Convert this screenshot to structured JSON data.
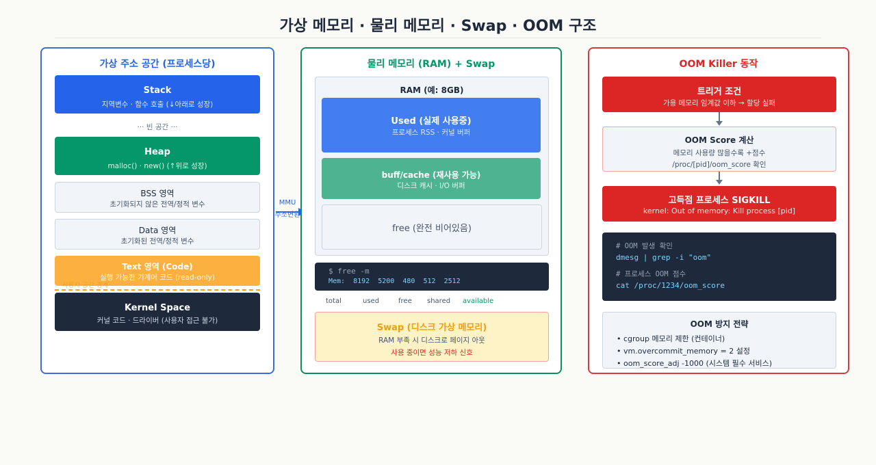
{
  "title": "가상 메모리 · 물리 메모리 · Swap · OOM 구조",
  "colors": {
    "blue": "#2563eb",
    "green": "#059669",
    "red": "#dc2626",
    "amber": "#f59e0b",
    "dark": "#1e293b"
  },
  "virtual": {
    "title": "가상 주소 공간 (프로세스당)",
    "stack": {
      "title": "Stack",
      "sub": "지역변수 · 함수 호출 (↓아래로 성장)"
    },
    "gap": "··· 빈 공간 ···",
    "heap": {
      "title": "Heap",
      "sub": "malloc() · new() (↑위로 성장)"
    },
    "bss": {
      "title": "BSS 영역",
      "sub": "초기화되지 않은 전역/정적 변수"
    },
    "data": {
      "title": "Data 영역",
      "sub": "초기화된 전역/정적 변수"
    },
    "text": {
      "title": "Text 영역 (Code)",
      "sub": "실행 가능한 기계어 코드 (read-only)"
    },
    "boundary": "사용자 공간 경계",
    "kernel": {
      "title": "Kernel Space",
      "sub": "커널 코드 · 드라이버 (사용자 접근 불가)"
    }
  },
  "mmu": {
    "line1": "MMU",
    "line2": "주소변환"
  },
  "physical": {
    "title": "물리 메모리 (RAM) + Swap",
    "ram_title": "RAM (예: 8GB)",
    "used": {
      "title": "Used (실제 사용중)",
      "sub": "프로세스 RSS · 커널 버퍼"
    },
    "buff": {
      "title": "buff/cache (재사용 가능)",
      "sub": "디스크 캐시 · I/O 버퍼"
    },
    "free": "free (완전 비어있음)",
    "cmd": "$ free -m",
    "mem_line": "Mem:  8192  5200  480  512  2512",
    "cols": [
      "total",
      "used",
      "free",
      "shared",
      "available"
    ],
    "swap": {
      "title": "Swap (디스크 가상 메모리)",
      "sub": "RAM 부족 시 디스크로 페이지 아웃",
      "warn": "사용 중이면 성능 저하 신호"
    }
  },
  "oom": {
    "title": "OOM Killer 동작",
    "trigger": {
      "title": "트리거 조건",
      "sub": "가용 메모리 임계값 이하 → 할당 실패"
    },
    "score": {
      "title": "OOM Score 계산",
      "sub1": "메모리 사용량 많을수록 +점수",
      "sub2": "/proc/[pid]/oom_score 확인"
    },
    "kill": {
      "title": "고득점 프로세스 SIGKILL",
      "sub": "kernel: Out of memory: Kill process [pid]"
    },
    "code": {
      "c1": "# OOM 발생 확인",
      "l1": "dmesg | grep -i \"oom\"",
      "c2": "# 프로세스 OOM 점수",
      "l2": "cat /proc/1234/oom_score"
    },
    "strategy": {
      "title": "OOM 방지 전략",
      "items": [
        "• cgroup 메모리 제한 (컨테이너)",
        "• vm.overcommit_memory = 2 설정",
        "• oom_score_adj -1000 (시스템 필수 서비스)"
      ]
    }
  }
}
